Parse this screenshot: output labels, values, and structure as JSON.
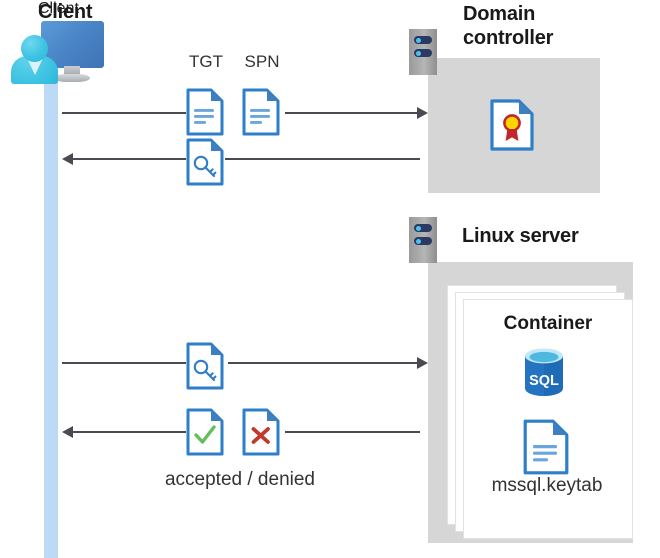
{
  "diagram": {
    "title": "Kerberos authentication flow between client, domain controller and Linux server container",
    "type": "sequence-diagram"
  },
  "client": {
    "label": "Client",
    "icon": "user-monitor-icon",
    "lifeline_color": "#bcd9f5"
  },
  "domain_controller": {
    "title_line1": "Domain",
    "title_line2": "controller",
    "rack_icon": "server-rack-icon",
    "contents": [
      {
        "icon": "certificate-document-icon",
        "label": ""
      }
    ],
    "panel_color": "#d6d6d6"
  },
  "linux_server": {
    "title": "Linux server",
    "rack_icon": "server-rack-icon",
    "panel_color": "#d6d6d6",
    "container": {
      "title": "Container",
      "stack_count": 3,
      "items": [
        {
          "icon": "sql-database-icon",
          "label": "SQL"
        },
        {
          "icon": "document-lines-icon",
          "label": "mssql.keytab"
        }
      ]
    }
  },
  "messages": [
    {
      "id": "msg-1",
      "direction": "right",
      "from": "client",
      "to": "domain-controller",
      "icons": [
        {
          "name": "document-lines-icon",
          "label": "TGT"
        },
        {
          "name": "document-lines-icon",
          "label": "SPN"
        }
      ]
    },
    {
      "id": "msg-2",
      "direction": "left",
      "from": "domain-controller",
      "to": "client",
      "icons": [
        {
          "name": "document-key-icon",
          "label": ""
        }
      ]
    },
    {
      "id": "msg-3",
      "direction": "right",
      "from": "client",
      "to": "linux-server",
      "icons": [
        {
          "name": "document-key-icon",
          "label": ""
        }
      ]
    },
    {
      "id": "msg-4",
      "direction": "left",
      "from": "linux-server",
      "to": "client",
      "caption": "accepted / denied",
      "icons": [
        {
          "name": "document-check-icon",
          "label": ""
        },
        {
          "name": "document-cross-icon",
          "label": ""
        }
      ]
    }
  ],
  "labels": {
    "tgt": "TGT",
    "spn": "SPN",
    "accepted_denied": "accepted / denied",
    "container": "Container",
    "keytab": "mssql.keytab",
    "sql": "SQL"
  },
  "colors": {
    "panel_gray": "#d6d6d6",
    "lifeline_blue": "#bcd9f5",
    "doc_blue": "#2e7ec8",
    "doc_fold": "#3d7fc1",
    "arrow_gray": "#4a4a52",
    "accent_green": "#63bf5a",
    "accent_red": "#c0392b",
    "cert_red": "#c0272d",
    "cert_yellow": "#ffd400",
    "sql_blue": "#1e6bb8",
    "rack_navy": "#2b3a62",
    "rack_dot": "#49c3f0",
    "text_dark": "#1a1a1a"
  }
}
